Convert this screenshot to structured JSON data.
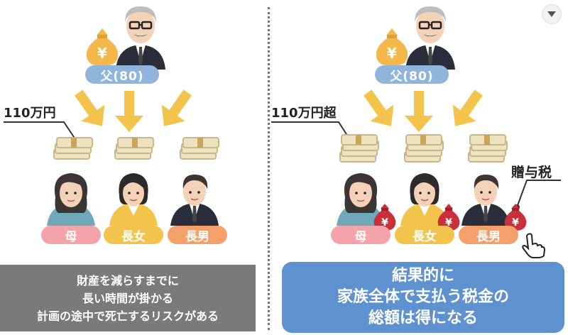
{
  "left": {
    "father_label": "父(80)",
    "amount_label": "110万円",
    "persons": [
      "母",
      "長女",
      "長男"
    ],
    "caption": [
      "財産を減らすまでに",
      "長い時間が掛かる",
      "計画の途中で死亡するリスクがある"
    ]
  },
  "right": {
    "father_label": "父(80)",
    "amount_label": "110万円超",
    "tax_label": "贈与税",
    "persons": [
      "母",
      "長女",
      "長男"
    ],
    "caption": [
      "結果的に",
      "家族全体で支払う税金の",
      "総額は得になる"
    ]
  },
  "icons": {
    "money_bag_symbol": "¥",
    "tax_bag_symbol": "¥"
  },
  "colors": {
    "father_label": "#8fb5dd",
    "mother_label": "#f4a3ab",
    "daughter_label": "#f2c44c",
    "son_label": "#f5a06a",
    "arrow": "#f2c44c",
    "money_bag": "#f2b84a",
    "tax_bag": "#c9303a",
    "caption_gray": "#7a7a7a",
    "caption_blue": "#5d91cf"
  }
}
